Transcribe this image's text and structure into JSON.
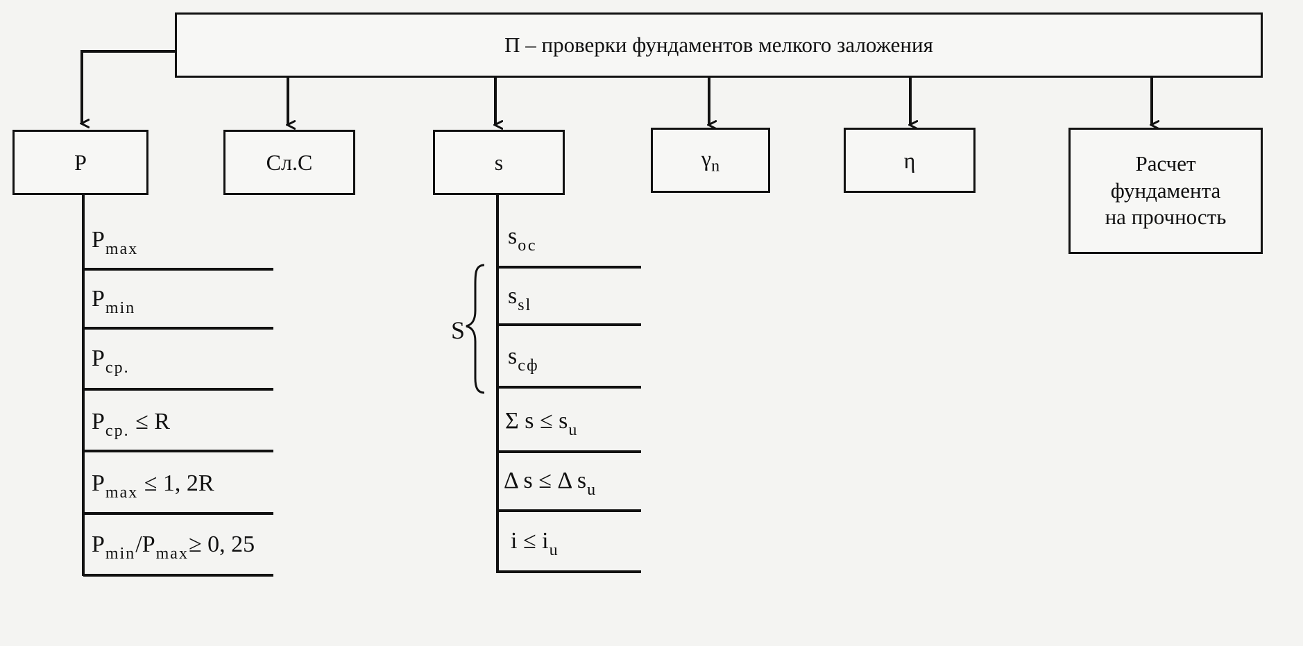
{
  "title": "П – проверки фундаментов мелкого заложения",
  "boxes": {
    "p": "P",
    "sls": "Сл.С",
    "s": "s",
    "gamma": "γ",
    "gamma_sub": "n",
    "eta": "η",
    "strength": [
      "Расчет",
      "фундамента",
      "на прочность"
    ]
  },
  "p_items": [
    {
      "base": "P",
      "sub": "max",
      "rest": ""
    },
    {
      "base": "P",
      "sub": "min",
      "rest": ""
    },
    {
      "base": "P",
      "sub": "ср.",
      "rest": ""
    },
    {
      "base": "P",
      "sub": "ср.",
      "rest": " ≤ R"
    },
    {
      "base": "P",
      "sub": "max",
      "rest": " ≤ 1, 2R"
    },
    {
      "base": "P",
      "sub": "min",
      "mid": "/P",
      "sub2": "max",
      "rest": "≥ 0, 25"
    }
  ],
  "s_items": [
    {
      "base": "s",
      "sub": "ос",
      "rest": ""
    },
    {
      "base": "s",
      "sub": "sl",
      "rest": ""
    },
    {
      "base": "s",
      "sub": "сф",
      "rest": ""
    },
    {
      "base": "Σ s ≤ s",
      "sub": "u",
      "rest": ""
    },
    {
      "base": "Δ s ≤ Δ s",
      "sub": "u",
      "rest": ""
    },
    {
      "base": "i ≤ i",
      "sub": "u",
      "rest": ""
    }
  ],
  "brace_label": "S"
}
